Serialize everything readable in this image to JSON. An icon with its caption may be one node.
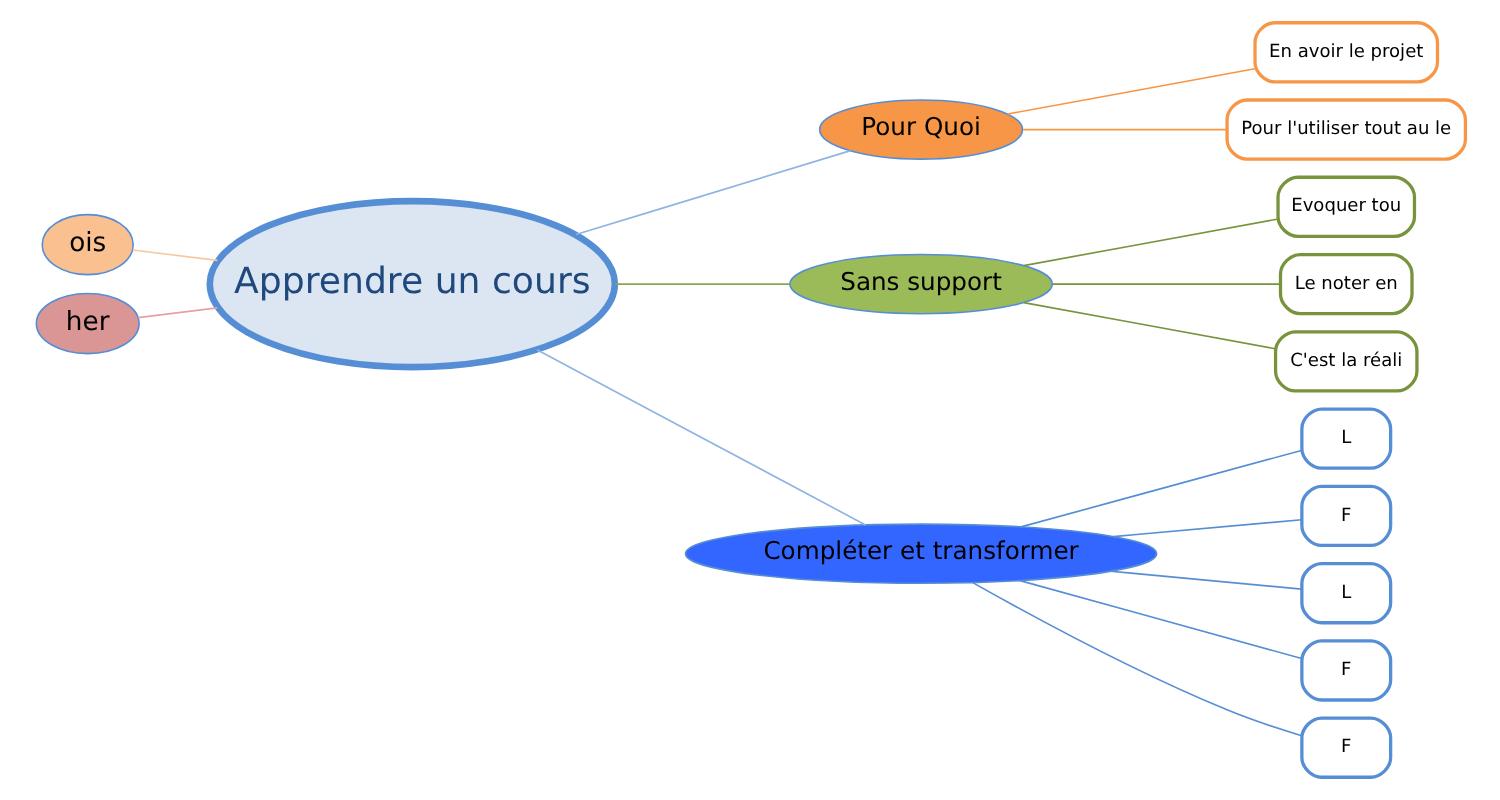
{
  "diagram": {
    "nodes": [
      {
        "text": [
          "Apprendre un cours"
        ]
      },
      {
        "text": [
          "ois"
        ]
      },
      {
        "text": [
          "her"
        ]
      },
      {
        "text": [
          "Pour Quoi"
        ]
      },
      {
        "text": [
          "Sans support"
        ]
      },
      {
        "text": [
          "Compléter et transformer"
        ]
      },
      {
        "text": [
          "En avoir le projet"
        ]
      },
      {
        "text": [
          "Pour l'utiliser tout au le"
        ]
      },
      {
        "text": [
          "Evoquer tou"
        ]
      },
      {
        "text": [
          "Le noter en"
        ]
      },
      {
        "text": [
          "C'est la réali"
        ]
      },
      {
        "text": [
          "L"
        ]
      },
      {
        "text": [
          "F"
        ]
      },
      {
        "text": [
          "L"
        ]
      },
      {
        "text": [
          "F"
        ]
      },
      {
        "text": [
          "F"
        ]
      }
    ],
    "edges": [
      {
        "from": 1,
        "to": 0,
        "arrow": "none",
        "color": "#f8c9a0"
      },
      {
        "from": 2,
        "to": 0,
        "arrow": "none",
        "color": "#e8a0a0"
      },
      {
        "from": 0,
        "to": 3,
        "arrow": "none",
        "color": "#8eb4e3"
      },
      {
        "from": 0,
        "to": 4,
        "arrow": "none",
        "color": "#8aa84a"
      },
      {
        "from": 0,
        "to": 5,
        "arrow": "none",
        "color": "#8eb4e3"
      },
      {
        "from": 3,
        "to": 6,
        "arrow": "none",
        "color": "#f79646"
      },
      {
        "from": 3,
        "to": 7,
        "arrow": "none",
        "color": "#f79646"
      },
      {
        "from": 4,
        "to": 8,
        "arrow": "none",
        "color": "#77933c"
      },
      {
        "from": 4,
        "to": 9,
        "arrow": "none",
        "color": "#77933c"
      },
      {
        "from": 4,
        "to": 10,
        "arrow": "none",
        "color": "#77933c"
      },
      {
        "from": 5,
        "to": 11,
        "arrow": "none",
        "color": "#558ed5"
      },
      {
        "from": 5,
        "to": 12,
        "arrow": "none",
        "color": "#558ed5"
      },
      {
        "from": 5,
        "to": 13,
        "arrow": "none",
        "color": "#558ed5"
      },
      {
        "from": 5,
        "to": 14,
        "arrow": "none",
        "color": "#558ed5"
      },
      {
        "from": 5,
        "to": 15,
        "arrow": "none",
        "color": "#558ed5"
      }
    ]
  }
}
